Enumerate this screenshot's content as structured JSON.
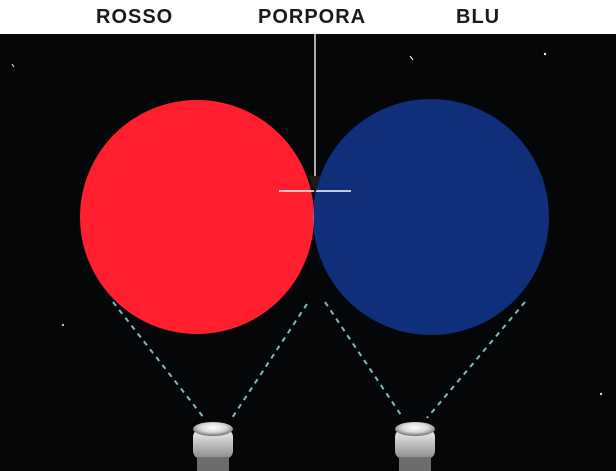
{
  "labels": {
    "left": "ROSSO",
    "middle": "PORPORA",
    "right": "BLU"
  },
  "colors": {
    "red_light": "#ff1f2e",
    "blue_light": "#0f2f7a",
    "overlap": "#b45f9a",
    "background": "#050608",
    "beam_line": "#7fbac0",
    "arrow": "#1b1b1b"
  },
  "icons": {
    "left_projector": "projector-icon",
    "right_projector": "projector-icon",
    "arrow": "down-arrow-icon"
  }
}
